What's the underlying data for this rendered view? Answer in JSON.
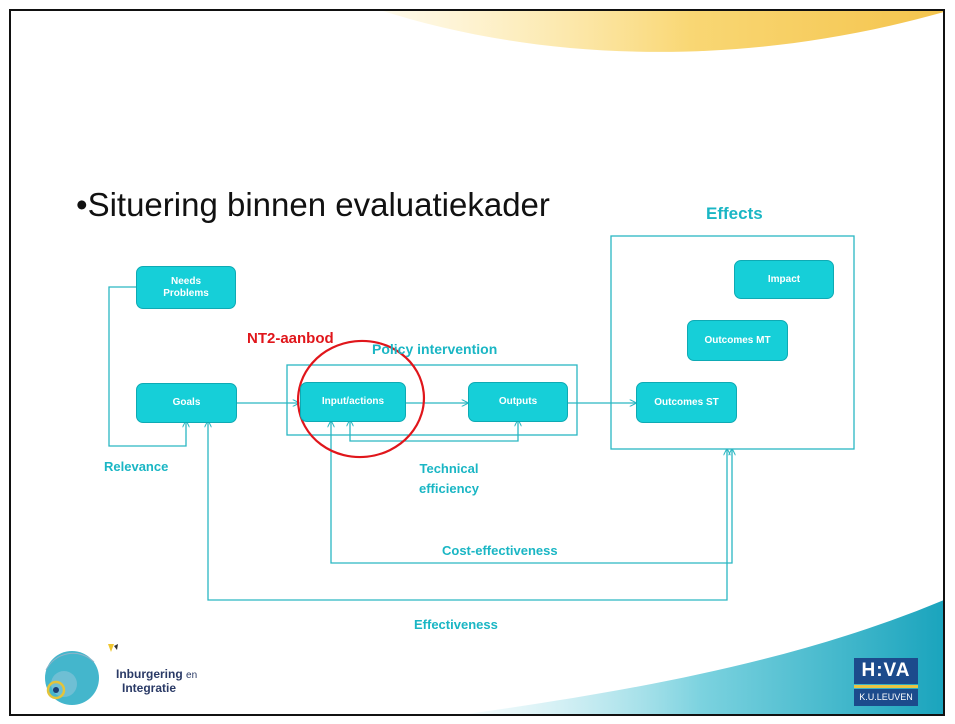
{
  "slide": {
    "heading_bullet": "•",
    "heading": "Situering binnen evaluatiekader"
  },
  "diagram": {
    "effects_title": "Effects",
    "policy_title": "Policy intervention",
    "highlight_label": "NT2-aanbod",
    "boxes": {
      "needs_line1": "Needs",
      "needs_line2": "Problems",
      "goals": "Goals",
      "input": "Input/actions",
      "outputs": "Outputs",
      "outcomes_st": "Outcomes ST",
      "outcomes_mt": "Outcomes MT",
      "impact": "Impact"
    },
    "labels": {
      "relevance": "Relevance",
      "technical_line1": "Technical",
      "technical_line2": "efficiency",
      "cost_effectiveness": "Cost-effectiveness",
      "effectiveness": "Effectiveness"
    },
    "colors": {
      "box_fill": "#16cfd8",
      "line": "#2ab7c2",
      "label": "#1ab6c4",
      "highlight": "#e0161b"
    }
  },
  "logos": {
    "left_line1": "Inburgering",
    "left_en": "en",
    "left_line2": "Integratie",
    "right_top": "H:VA",
    "right_bottom": "K.U.LEUVEN"
  }
}
